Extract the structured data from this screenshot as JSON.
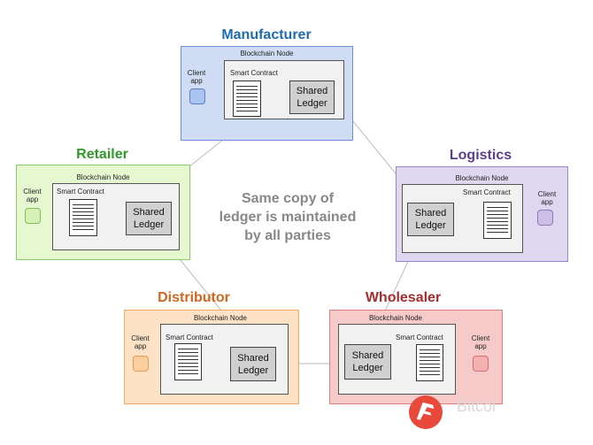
{
  "center_text": [
    "Same copy of",
    "ledger is maintained",
    "by all parties"
  ],
  "watermark": "Bitcoi",
  "watermark_logo": "bitcoin-logo-icon",
  "common": {
    "blockchain_node": "Blockchain Node",
    "smart_contract": "Smart Contract",
    "ledger_line1": "Shared",
    "ledger_line2": "Ledger",
    "client_line1": "Client",
    "client_line2": "app"
  },
  "parties": {
    "manufacturer": {
      "name": "Manufacturer",
      "color": "#1f6cb0",
      "fill": "#cfdcf3",
      "border": "#6d8fd4",
      "client_fill": "#a9c4f0",
      "client_border": "#5a7fc8"
    },
    "retailer": {
      "name": "Retailer",
      "color": "#2f9a2b",
      "fill": "#e6f8cf",
      "border": "#8cc963",
      "client_fill": "#d7f0b5",
      "client_border": "#86bd52"
    },
    "logistics": {
      "name": "Logistics",
      "color": "#5b3f8f",
      "fill": "#dfd6ef",
      "border": "#9a85c4",
      "client_fill": "#cbbfe6",
      "client_border": "#8d78bd"
    },
    "distributor": {
      "name": "Distributor",
      "color": "#d2661d",
      "fill": "#fde2c5",
      "border": "#f0a968",
      "client_fill": "#fbcf9f",
      "client_border": "#e59b55"
    },
    "wholesaler": {
      "name": "Wholesaler",
      "color": "#a52d2d",
      "fill": "#f7caca",
      "border": "#de7f7f",
      "client_fill": "#f4b1b1",
      "client_border": "#d46f6f"
    }
  }
}
